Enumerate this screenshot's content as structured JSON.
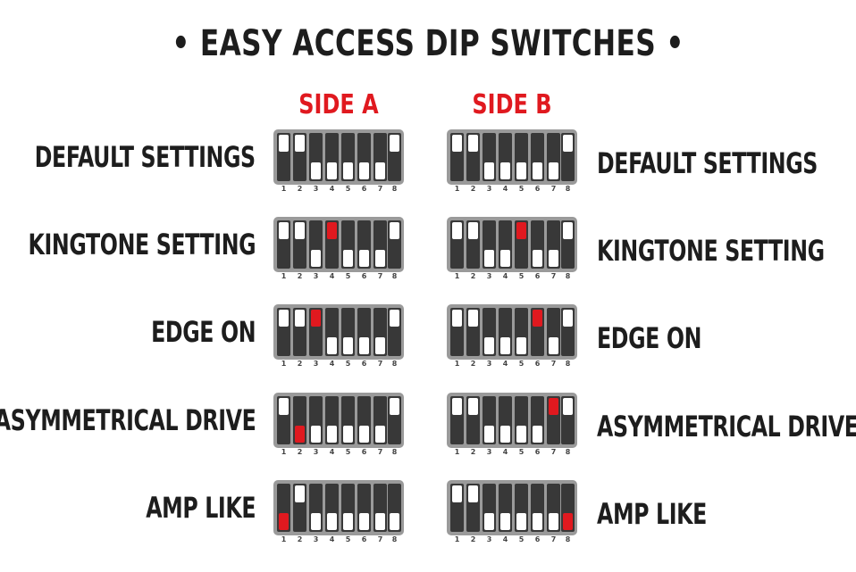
{
  "title": "• EASY ACCESS DIP SWITCHES •",
  "colors": {
    "text": "#1d1d1d",
    "accent": "#e0191f",
    "switch_body": "#9a9a9a",
    "slot": "#383838",
    "knob": "#ffffff"
  },
  "sides": [
    {
      "label": "SIDE A",
      "color": "#e0191f"
    },
    {
      "label": "SIDE B",
      "color": "#e0191f"
    }
  ],
  "switch_numbers": [
    "1",
    "2",
    "3",
    "4",
    "5",
    "6",
    "7",
    "8"
  ],
  "rows": [
    {
      "label": "DEFAULT SETTINGS",
      "side_a": {
        "on": [
          1,
          1,
          0,
          0,
          0,
          0,
          0,
          1
        ],
        "highlight": 0
      },
      "side_b": {
        "on": [
          1,
          1,
          0,
          0,
          0,
          0,
          0,
          1
        ],
        "highlight": 0
      }
    },
    {
      "label": "KINGTONE SETTING",
      "side_a": {
        "on": [
          1,
          1,
          0,
          1,
          0,
          0,
          0,
          1
        ],
        "highlight": 4
      },
      "side_b": {
        "on": [
          1,
          1,
          0,
          0,
          1,
          0,
          0,
          1
        ],
        "highlight": 5
      }
    },
    {
      "label": "EDGE ON",
      "side_a": {
        "on": [
          1,
          1,
          1,
          0,
          0,
          0,
          0,
          1
        ],
        "highlight": 3
      },
      "side_b": {
        "on": [
          1,
          1,
          0,
          0,
          0,
          1,
          0,
          1
        ],
        "highlight": 6
      }
    },
    {
      "label": "ASYMMETRICAL DRIVE",
      "side_a": {
        "on": [
          1,
          0,
          0,
          0,
          0,
          0,
          0,
          1
        ],
        "highlight": 2
      },
      "side_b": {
        "on": [
          1,
          1,
          0,
          0,
          0,
          0,
          1,
          1
        ],
        "highlight": 7
      }
    },
    {
      "label": "AMP LIKE",
      "side_a": {
        "on": [
          0,
          1,
          0,
          0,
          0,
          0,
          0,
          0
        ],
        "highlight": 1
      },
      "side_b": {
        "on": [
          1,
          1,
          0,
          0,
          0,
          0,
          0,
          0
        ],
        "highlight": 8
      }
    }
  ]
}
